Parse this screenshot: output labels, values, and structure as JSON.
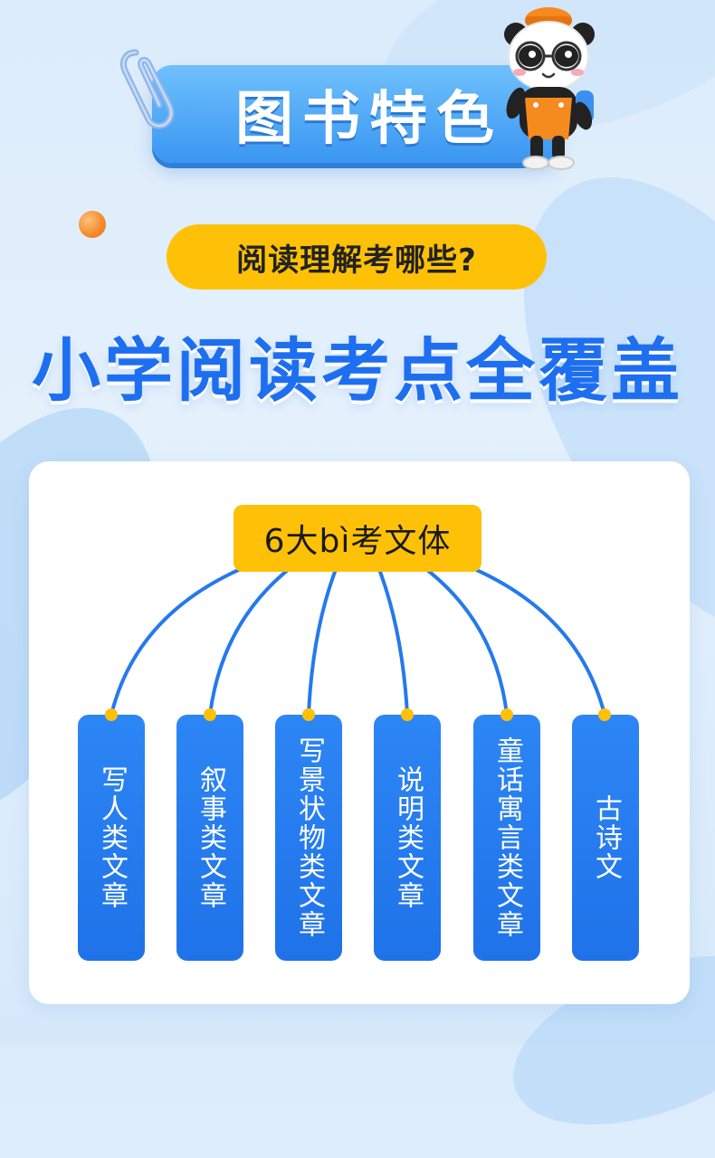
{
  "banner": {
    "title": "图书特色"
  },
  "pill": {
    "text": "阅读理解考哪些?"
  },
  "headline": {
    "text": "小学阅读考点全覆盖"
  },
  "card": {
    "center_label": "6大bì考文体",
    "categories": [
      {
        "label": "写人类文章"
      },
      {
        "label": "叙事类文章"
      },
      {
        "label": "写景状物类文章"
      },
      {
        "label": "说明类文章"
      },
      {
        "label": "童话寓言类文章"
      },
      {
        "label": "古诗文"
      }
    ]
  },
  "colors": {
    "primary_blue": "#1e6ff0",
    "accent_yellow": "#ffc107",
    "banner_blue": "#3a96f2"
  },
  "icons": [
    "paperclip-icon",
    "panda-mascot-icon",
    "orange-dot-icon"
  ]
}
